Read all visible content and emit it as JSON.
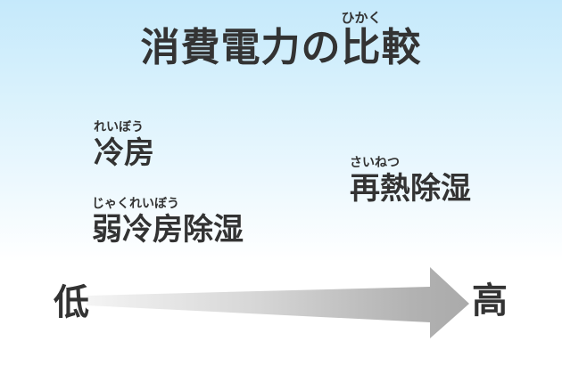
{
  "title": {
    "text": "消費電力の比較",
    "furigana": "ひかく"
  },
  "items": {
    "cooling": {
      "furigana": "れいぼう",
      "text": "冷房"
    },
    "reheat": {
      "furigana": "さいねつ",
      "text": "再熱除湿"
    },
    "weak_cooling": {
      "furigana": "じゃくれいぼう",
      "text": "弱冷房除湿"
    }
  },
  "scale": {
    "low": "低",
    "high": "高"
  },
  "colors": {
    "background_top": "#c5e9fb",
    "background_bottom": "#ffffff",
    "text": "#333333",
    "arrow_light": "#f4f4f4",
    "arrow_mid": "#d6d6d6",
    "arrow_dark": "#aaaaaa"
  }
}
